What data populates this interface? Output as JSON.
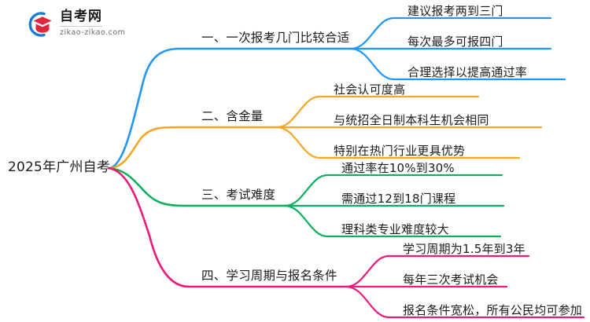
{
  "logo": {
    "title": "自考网",
    "subtitle": "zikao-zikao.com",
    "mark_name": "graduation-cap-circle-logo",
    "arc_color": "#1a7fd4",
    "cap_color": "#e1253b"
  },
  "mindmap": {
    "root": {
      "label": "2025年广州自考"
    },
    "branches": [
      {
        "id": "branch-1",
        "label": "一、一次报考几门比较合适",
        "color": "#2196f3",
        "children": [
          {
            "label": "建议报考两到三门"
          },
          {
            "label": "每次最多可报四门"
          },
          {
            "label": "合理选择以提高通过率"
          }
        ]
      },
      {
        "id": "branch-2",
        "label": "二、含金量",
        "color": "#f5a623",
        "children": [
          {
            "label": "社会认可度高"
          },
          {
            "label": "与统招全日制本科生机会相同"
          },
          {
            "label": "特别在热门行业更具优势"
          }
        ]
      },
      {
        "id": "branch-3",
        "label": "三、考试难度",
        "color": "#0bb05f",
        "children": [
          {
            "label": "通过率在10%到30%"
          },
          {
            "label": "需通过12到18门课程"
          },
          {
            "label": "理科类专业难度较大"
          }
        ]
      },
      {
        "id": "branch-4",
        "label": "四、学习周期与报名条件",
        "color": "#ec1a79",
        "children": [
          {
            "label": "学习周期为1.5年到3年"
          },
          {
            "label": "每年三次考试机会"
          },
          {
            "label": "报名条件宽松，所有公民均可参加"
          }
        ]
      }
    ]
  }
}
